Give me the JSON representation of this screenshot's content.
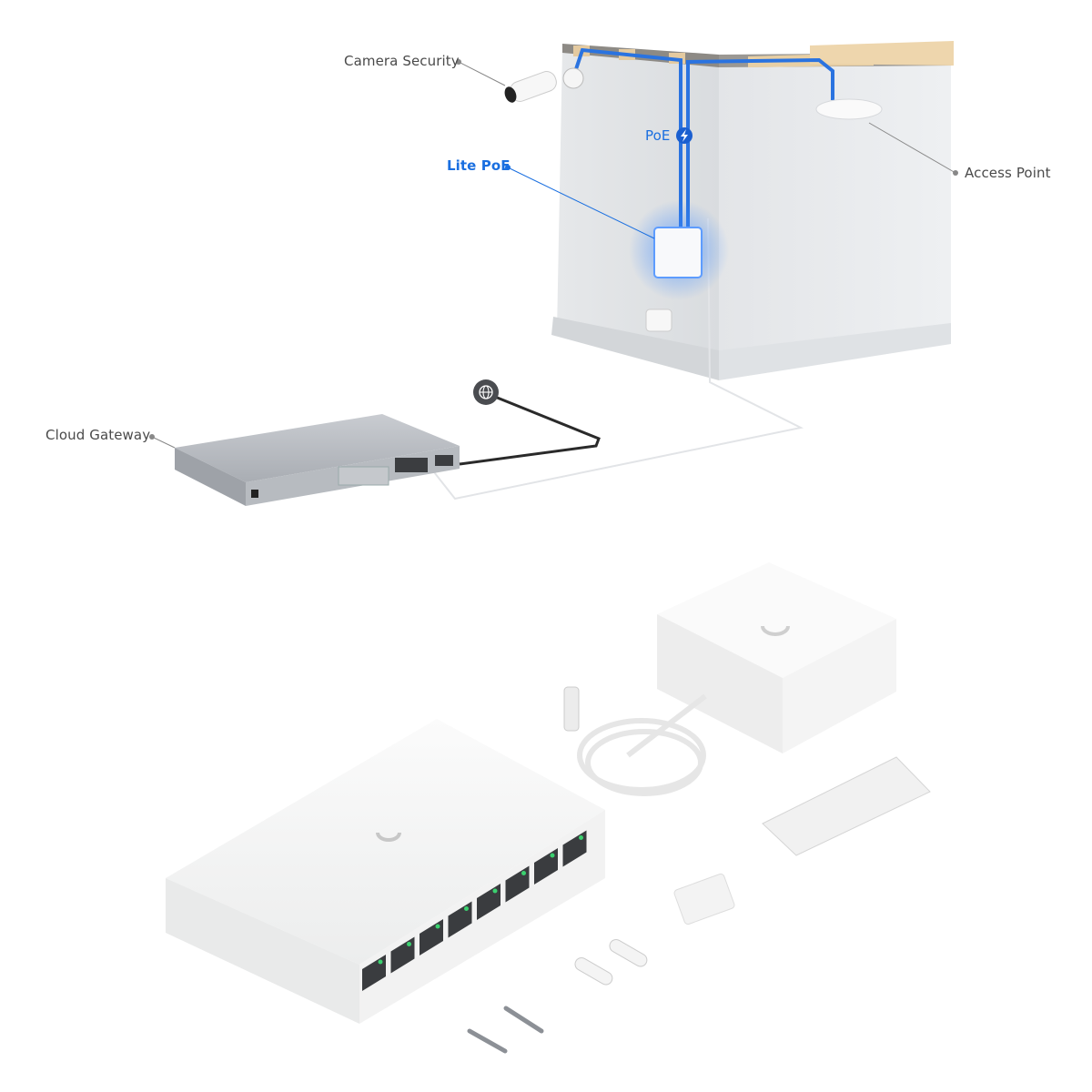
{
  "diagram": {
    "labels": {
      "camera": "Camera Security",
      "poe": "PoE",
      "lite_poe": "Lite PoE",
      "access_point": "Access Point",
      "cloud_gateway": "Cloud Gateway"
    },
    "icons": {
      "poe": "lightning-bolt-icon",
      "internet": "globe-icon"
    },
    "colors": {
      "accent": "#1a6fe0",
      "label": "#4a4a4a",
      "leader": "#888888"
    }
  }
}
